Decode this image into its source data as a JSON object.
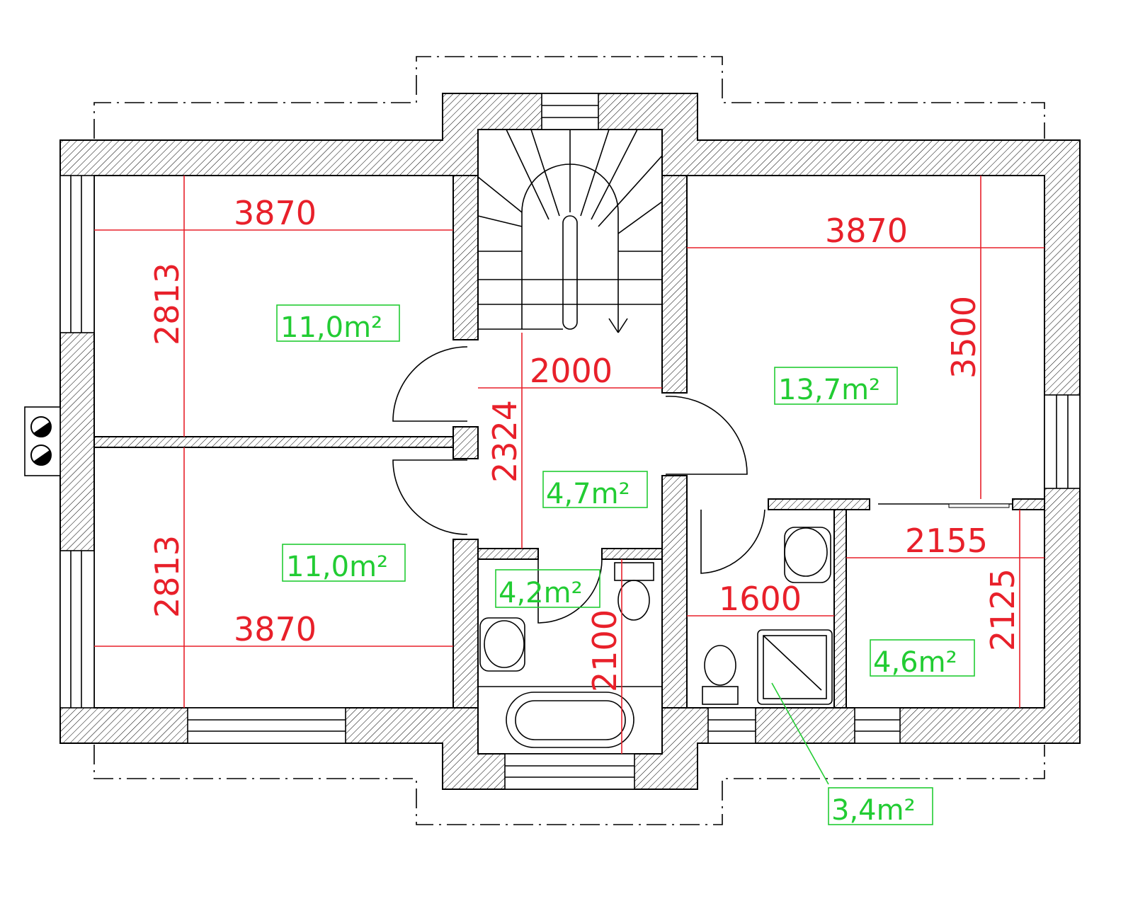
{
  "dimensions": {
    "top_left_room_width": "3870",
    "top_left_room_height": "2813",
    "bottom_left_room_height": "2813",
    "bottom_left_room_width": "3870",
    "top_right_room_width": "3870",
    "top_right_room_height": "3500",
    "hall_width": "2000",
    "hall_height": "2324",
    "bathroom_height": "2100",
    "wc_width": "1600",
    "small_room_width": "2155",
    "small_room_height": "2125"
  },
  "areas": {
    "top_left_room": "11,0m²",
    "bottom_left_room": "11,0m²",
    "top_right_room": "13,7m²",
    "hall": "4,7m²",
    "bathroom": "4,2m²",
    "small_room": "4,6m²",
    "wc": "3,4m²"
  },
  "colors": {
    "dimension": "#e8202a",
    "area": "#22cc33",
    "wall": "#000000"
  }
}
